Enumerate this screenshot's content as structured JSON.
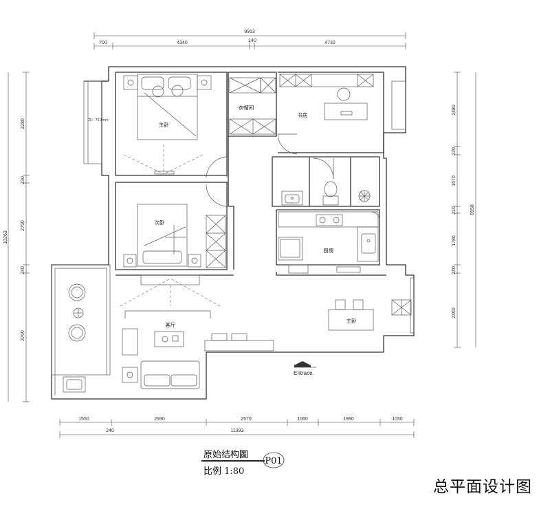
{
  "dimensions": {
    "top_total": "9913",
    "top_segments": [
      "700",
      "4340",
      "140",
      "4730"
    ],
    "bottom_segments": [
      "1550",
      "2930",
      "2570",
      "1060",
      "1990",
      "1050"
    ],
    "bottom_extra": "240",
    "bottom_total": "11393",
    "left_total": "10263",
    "left_segments": [
      "3280",
      "230",
      "2750",
      "240",
      "3760"
    ],
    "right_total": "8958",
    "right_segments": [
      "2480",
      "220",
      "1570",
      "210",
      "1780",
      "240",
      "2460"
    ]
  },
  "rooms": {
    "master_bedroom": "主卧",
    "wardrobe": "衣帽间",
    "study": "书房",
    "second_bedroom": "次卧",
    "kitchen": "厨房",
    "living_room": "客厅",
    "dining": "主卧",
    "note_height": "高：750mm"
  },
  "entrance_label": "Entrace.",
  "title_block": {
    "title": "原始结构圖",
    "code": "P01",
    "scale": "比例  1:80"
  },
  "page_title": "总平面设计图"
}
